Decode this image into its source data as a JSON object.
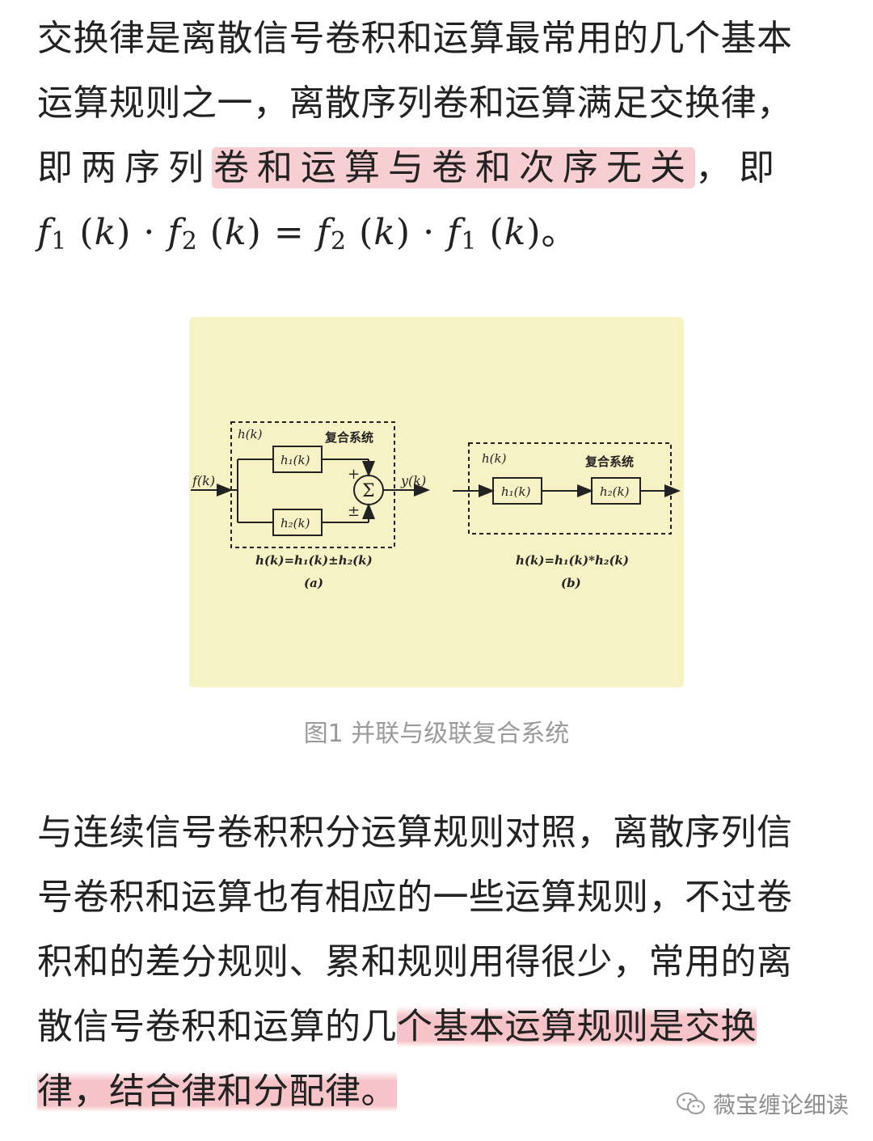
{
  "paragraph1": {
    "line1": "交换律是离散信号卷积和运算最常用的几个基本",
    "line2": "运算规则之一，离散序列卷和运算满足交换律，",
    "line3_pre": "即两序列",
    "line3_highlight": "卷和运算与卷和次序无关",
    "line3_post": "，即",
    "formula": {
      "f": "f",
      "k": "k",
      "sub1": "1",
      "sub2": "2",
      "dot": "·",
      "eq": "=",
      "lp": "(",
      "rp": ")",
      "end": "。"
    }
  },
  "figure": {
    "a": {
      "h_label": "h(k)",
      "composite": "复合系统",
      "input": "f(k)",
      "output": "y(k)",
      "block1": "h₁(k)",
      "block2": "h₂(k)",
      "plus": "+",
      "plusminus": "±",
      "sigma": "Σ",
      "equation": "h(k)=h₁(k)±h₂(k)",
      "tag": "(a)"
    },
    "b": {
      "h_label": "h(k)",
      "composite": "复合系统",
      "block1": "h₁(k)",
      "block2": "h₂(k)",
      "equation": "h(k)=h₁(k)*h₂(k)",
      "tag": "(b)"
    },
    "caption": "图1 并联与级联复合系统"
  },
  "paragraph2": {
    "line1": "与连续信号卷积积分运算规则对照，离散序列信",
    "line2": "号卷积和运算也有相应的一些运算规则，不过卷",
    "line3": "积和的差分规则、累和规则用得很少，常用的离",
    "line4_pre": "散信号卷积和运算的几",
    "line4_highlight": "个基本运算规则是交换",
    "line5_highlight": "律，结合律和分配律。"
  },
  "watermark": {
    "icon": "wechat-icon",
    "text": "薇宝缠论细读"
  },
  "colors": {
    "highlight": "#f7cfd2",
    "figure_bg": "#f7f2c6",
    "caption": "#9a9a9a"
  }
}
